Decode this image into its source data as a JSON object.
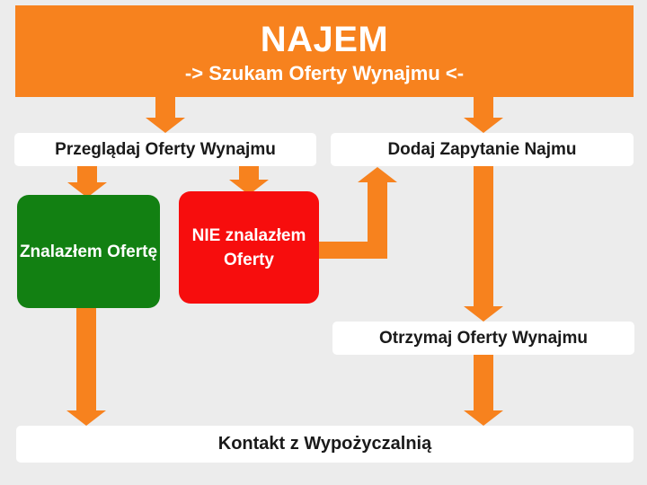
{
  "theme": {
    "background": "#ececec",
    "accent_orange": "#f7821e",
    "box_white": "#ffffff",
    "box_green": "#128012",
    "box_red": "#f70d0d",
    "text_dark": "#1a1a1a",
    "text_light": "#ffffff"
  },
  "header": {
    "title": "NAJEM",
    "subtitle": "-> Szukam Oferty Wynajmu <-"
  },
  "nodes": {
    "przegladaj": "Przeglądaj Oferty Wynajmu",
    "dodaj": "Dodaj Zapytanie Najmu",
    "znalazlem": "Znalazłem Ofertę",
    "nie_znalazlem": "NIE znalazłem Oferty",
    "otrzymaj": "Otrzymaj Oferty Wynajmu",
    "kontakt": "Kontakt z Wypożyczalnią"
  },
  "connectors": {
    "header_to_przegladaj": "arrow-down-icon",
    "header_to_dodaj": "arrow-down-icon",
    "przegladaj_to_znalazlem": "arrow-down-icon",
    "przegladaj_to_nie_znalazlem": "arrow-down-icon",
    "znalazlem_to_kontakt": "arrow-down-icon",
    "nie_znalazlem_to_dodaj": "arrow-elbow-up-icon",
    "dodaj_to_otrzymaj": "arrow-down-icon",
    "otrzymaj_to_kontakt": "arrow-down-icon"
  }
}
